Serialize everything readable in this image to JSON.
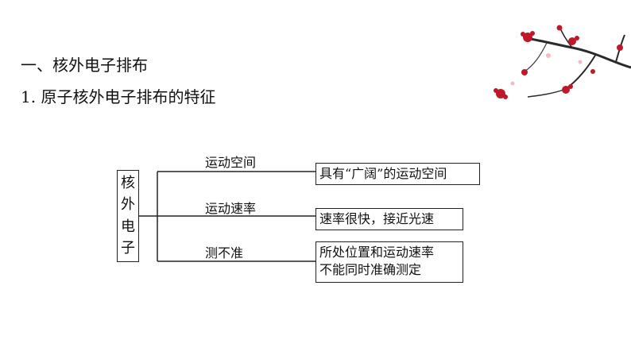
{
  "section_heading": "一、核外电子排布",
  "sub_heading": "1. 原子核外电子排布的特征",
  "diagram": {
    "root_chars": [
      "核",
      "外",
      "电",
      "子"
    ],
    "branches": [
      {
        "label": "运动空间",
        "description_lines": [
          "具有“广阔”的运动空间"
        ]
      },
      {
        "label": "运动速率",
        "description_lines": [
          "速率很快，接近光速"
        ]
      },
      {
        "label": "测不准",
        "description_lines": [
          "所处位置和运动速率",
          "不能同时准确测定"
        ]
      }
    ]
  },
  "decoration": {
    "icon": "plum-blossom-branch",
    "blossom_color": "#c0182b",
    "branch_color": "#2a2a2a"
  }
}
